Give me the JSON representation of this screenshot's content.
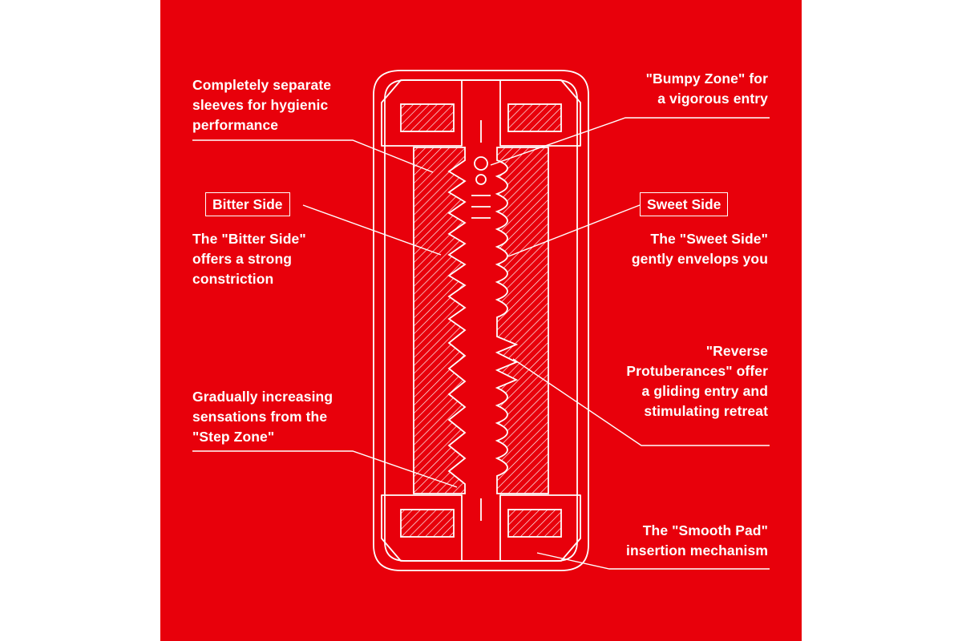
{
  "colors": {
    "background": "#e8000b",
    "line": "#ffffff",
    "page": "#ffffff"
  },
  "labels": {
    "separate_sleeves": "Completely separate\nsleeves for hygienic\nperformance",
    "bumpy_zone": "\"Bumpy Zone\"  for\na vigorous entry",
    "bitter_side_title": "Bitter Side",
    "bitter_side_desc": "The \"Bitter Side\"\noffers a strong\nconstriction",
    "sweet_side_title": "Sweet Side",
    "sweet_side_desc": "The \"Sweet Side\"\ngently envelops you",
    "reverse_protuberances": "\"Reverse\nProtuberances\" offer\na gliding entry and\nstimulating retreat",
    "step_zone": "Gradually increasing\nsensations from the\n\"Step Zone\"",
    "smooth_pad": "The \"Smooth Pad\"\ninsertion mechanism"
  }
}
